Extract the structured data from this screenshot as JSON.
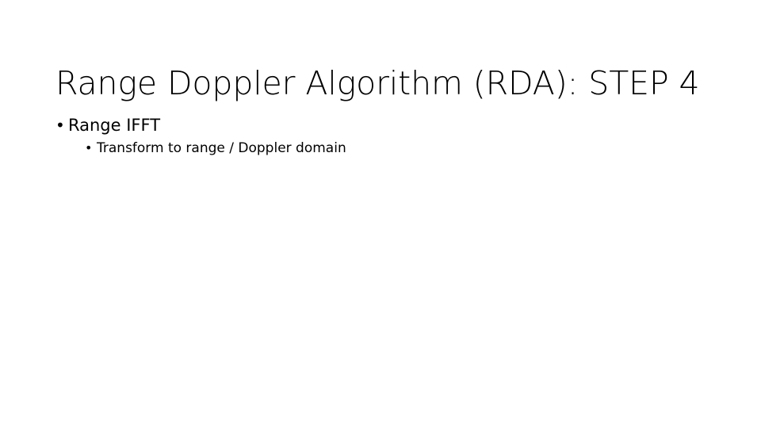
{
  "slide": {
    "title": "Range Doppler Algorithm (RDA): STEP 4",
    "background_color": "#ffffff",
    "text_color": "#000000",
    "bullet_glyph": "•",
    "bullets": [
      {
        "level": 1,
        "marker": "•",
        "text": "Range IFFT"
      },
      {
        "level": 2,
        "marker": "•",
        "text": "Transform to range / Doppler domain"
      }
    ]
  }
}
